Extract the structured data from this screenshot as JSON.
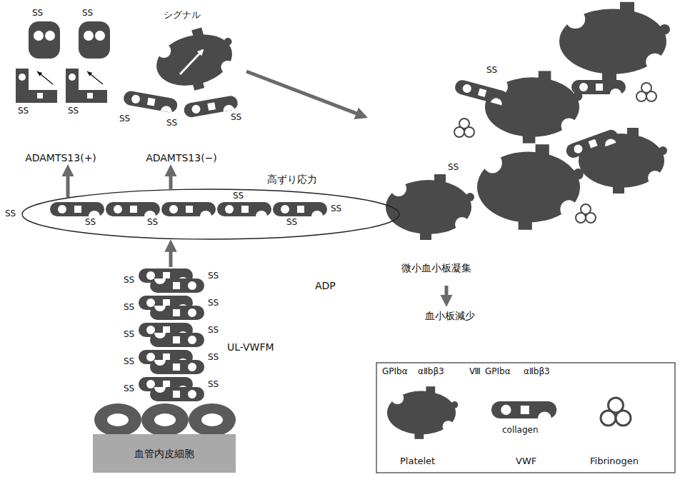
{
  "diagram": {
    "nodes": [
      {
        "text": [
          "血管内皮細胞"
        ]
      },
      {
        "text": [
          "UL-VWFM"
        ]
      },
      {
        "text": [
          "高ずり応力"
        ]
      },
      {
        "text": [
          "ADAMTS13(+)"
        ]
      },
      {
        "text": [
          "ADAMTS13(−)"
        ]
      },
      {
        "text": [
          "微小血小板凝集"
        ]
      },
      {
        "text": [
          "血小板減少"
        ]
      }
    ],
    "edges": [
      {
        "from": 1,
        "to": 2,
        "arrow": "to"
      },
      {
        "from": 2,
        "to": 3,
        "arrow": "to"
      },
      {
        "from": 2,
        "to": 4,
        "arrow": "to"
      },
      {
        "from": 4,
        "to": 5,
        "arrow": "to"
      },
      {
        "from": 5,
        "to": 6,
        "arrow": "to"
      }
    ],
    "labels": [
      "シグナル",
      "SS",
      "SS",
      "SS",
      "SS",
      "SS",
      "SS",
      "SS",
      "SS",
      "SS",
      "SS",
      "SS",
      "SS",
      "SS",
      "SS",
      "SS",
      "SS",
      "SS",
      "SS",
      "SS",
      "SS",
      "SS",
      "SS",
      "SS",
      "ADP",
      "SS",
      "SS",
      "GPIbα",
      "αⅡbβ3",
      "Ⅷ",
      "GPIbα",
      "αⅡbβ3",
      "collagen"
    ],
    "legend": [
      {
        "text": "Platelet"
      },
      {
        "text": "VWF"
      },
      {
        "text": "Fibrinogen"
      }
    ]
  }
}
